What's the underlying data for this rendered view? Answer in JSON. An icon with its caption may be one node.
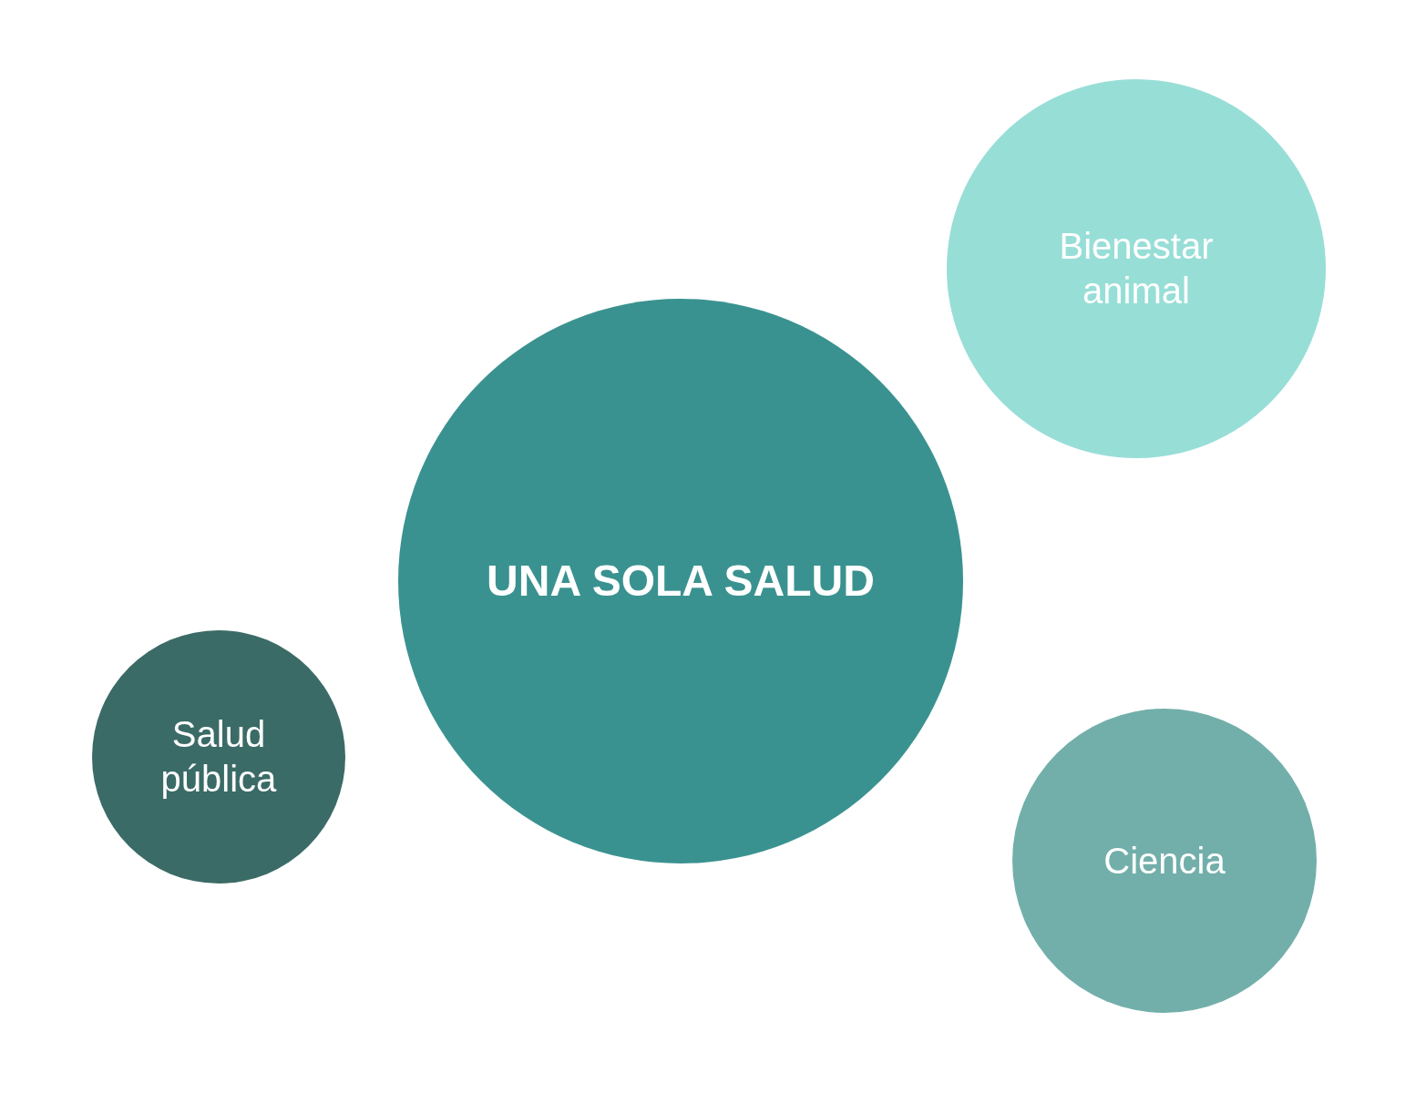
{
  "diagram": {
    "nodes": [
      {
        "text": [
          "Bienestar animal"
        ]
      },
      {
        "text": [
          "UNA SOLA SALUD"
        ]
      },
      {
        "text": [
          "Salud pública"
        ]
      },
      {
        "text": [
          "Ciencia"
        ]
      }
    ]
  }
}
